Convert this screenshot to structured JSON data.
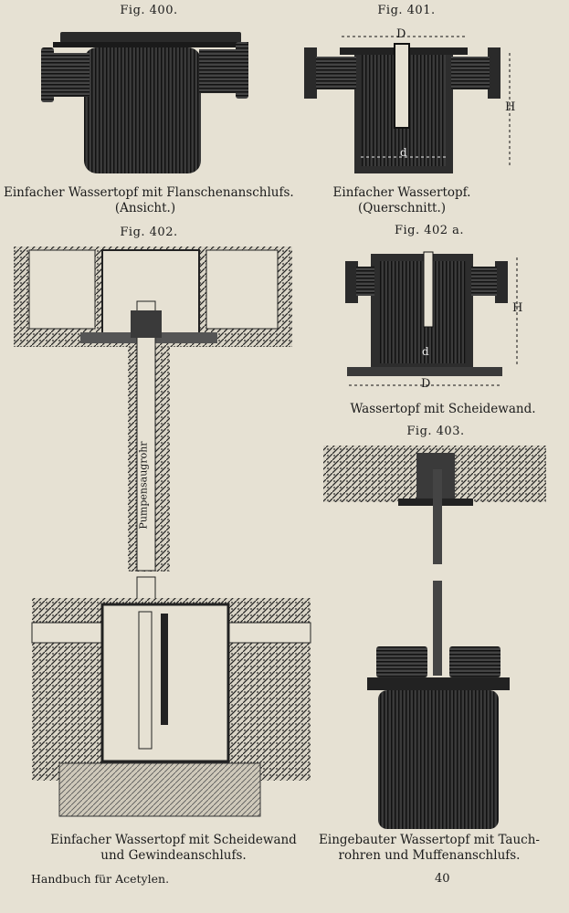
{
  "figures": {
    "f400": {
      "label": "Fig. 400.",
      "caption_1": "Einfacher Wassertopf mit Flanschenanschlufs.",
      "caption_2": "(Ansicht.)"
    },
    "f401": {
      "label": "Fig. 401.",
      "caption_1": "Einfacher Wassertopf.",
      "caption_2": "(Querschnitt.)",
      "dim_D": "D",
      "dim_H": "H",
      "dim_d": "d"
    },
    "f402": {
      "label": "Fig. 402.",
      "pipe_label": "Pumpensaugrohr",
      "caption_1": "Einfacher Wassertopf mit Scheidewand",
      "caption_2": "und Gewindeanschlufs."
    },
    "f402a": {
      "label": "Fig. 402 a.",
      "caption": "Wassertopf mit Scheidewand.",
      "dim_H": "H",
      "dim_d": "d",
      "dim_D": "D"
    },
    "f403": {
      "label": "Fig. 403.",
      "caption_1": "Eingebauter Wassertopf mit Tauch-",
      "caption_2": "rohren und Muffenanschlufs."
    }
  },
  "footer": {
    "left": "Handbuch für Acetylen.",
    "page_number": "40"
  }
}
